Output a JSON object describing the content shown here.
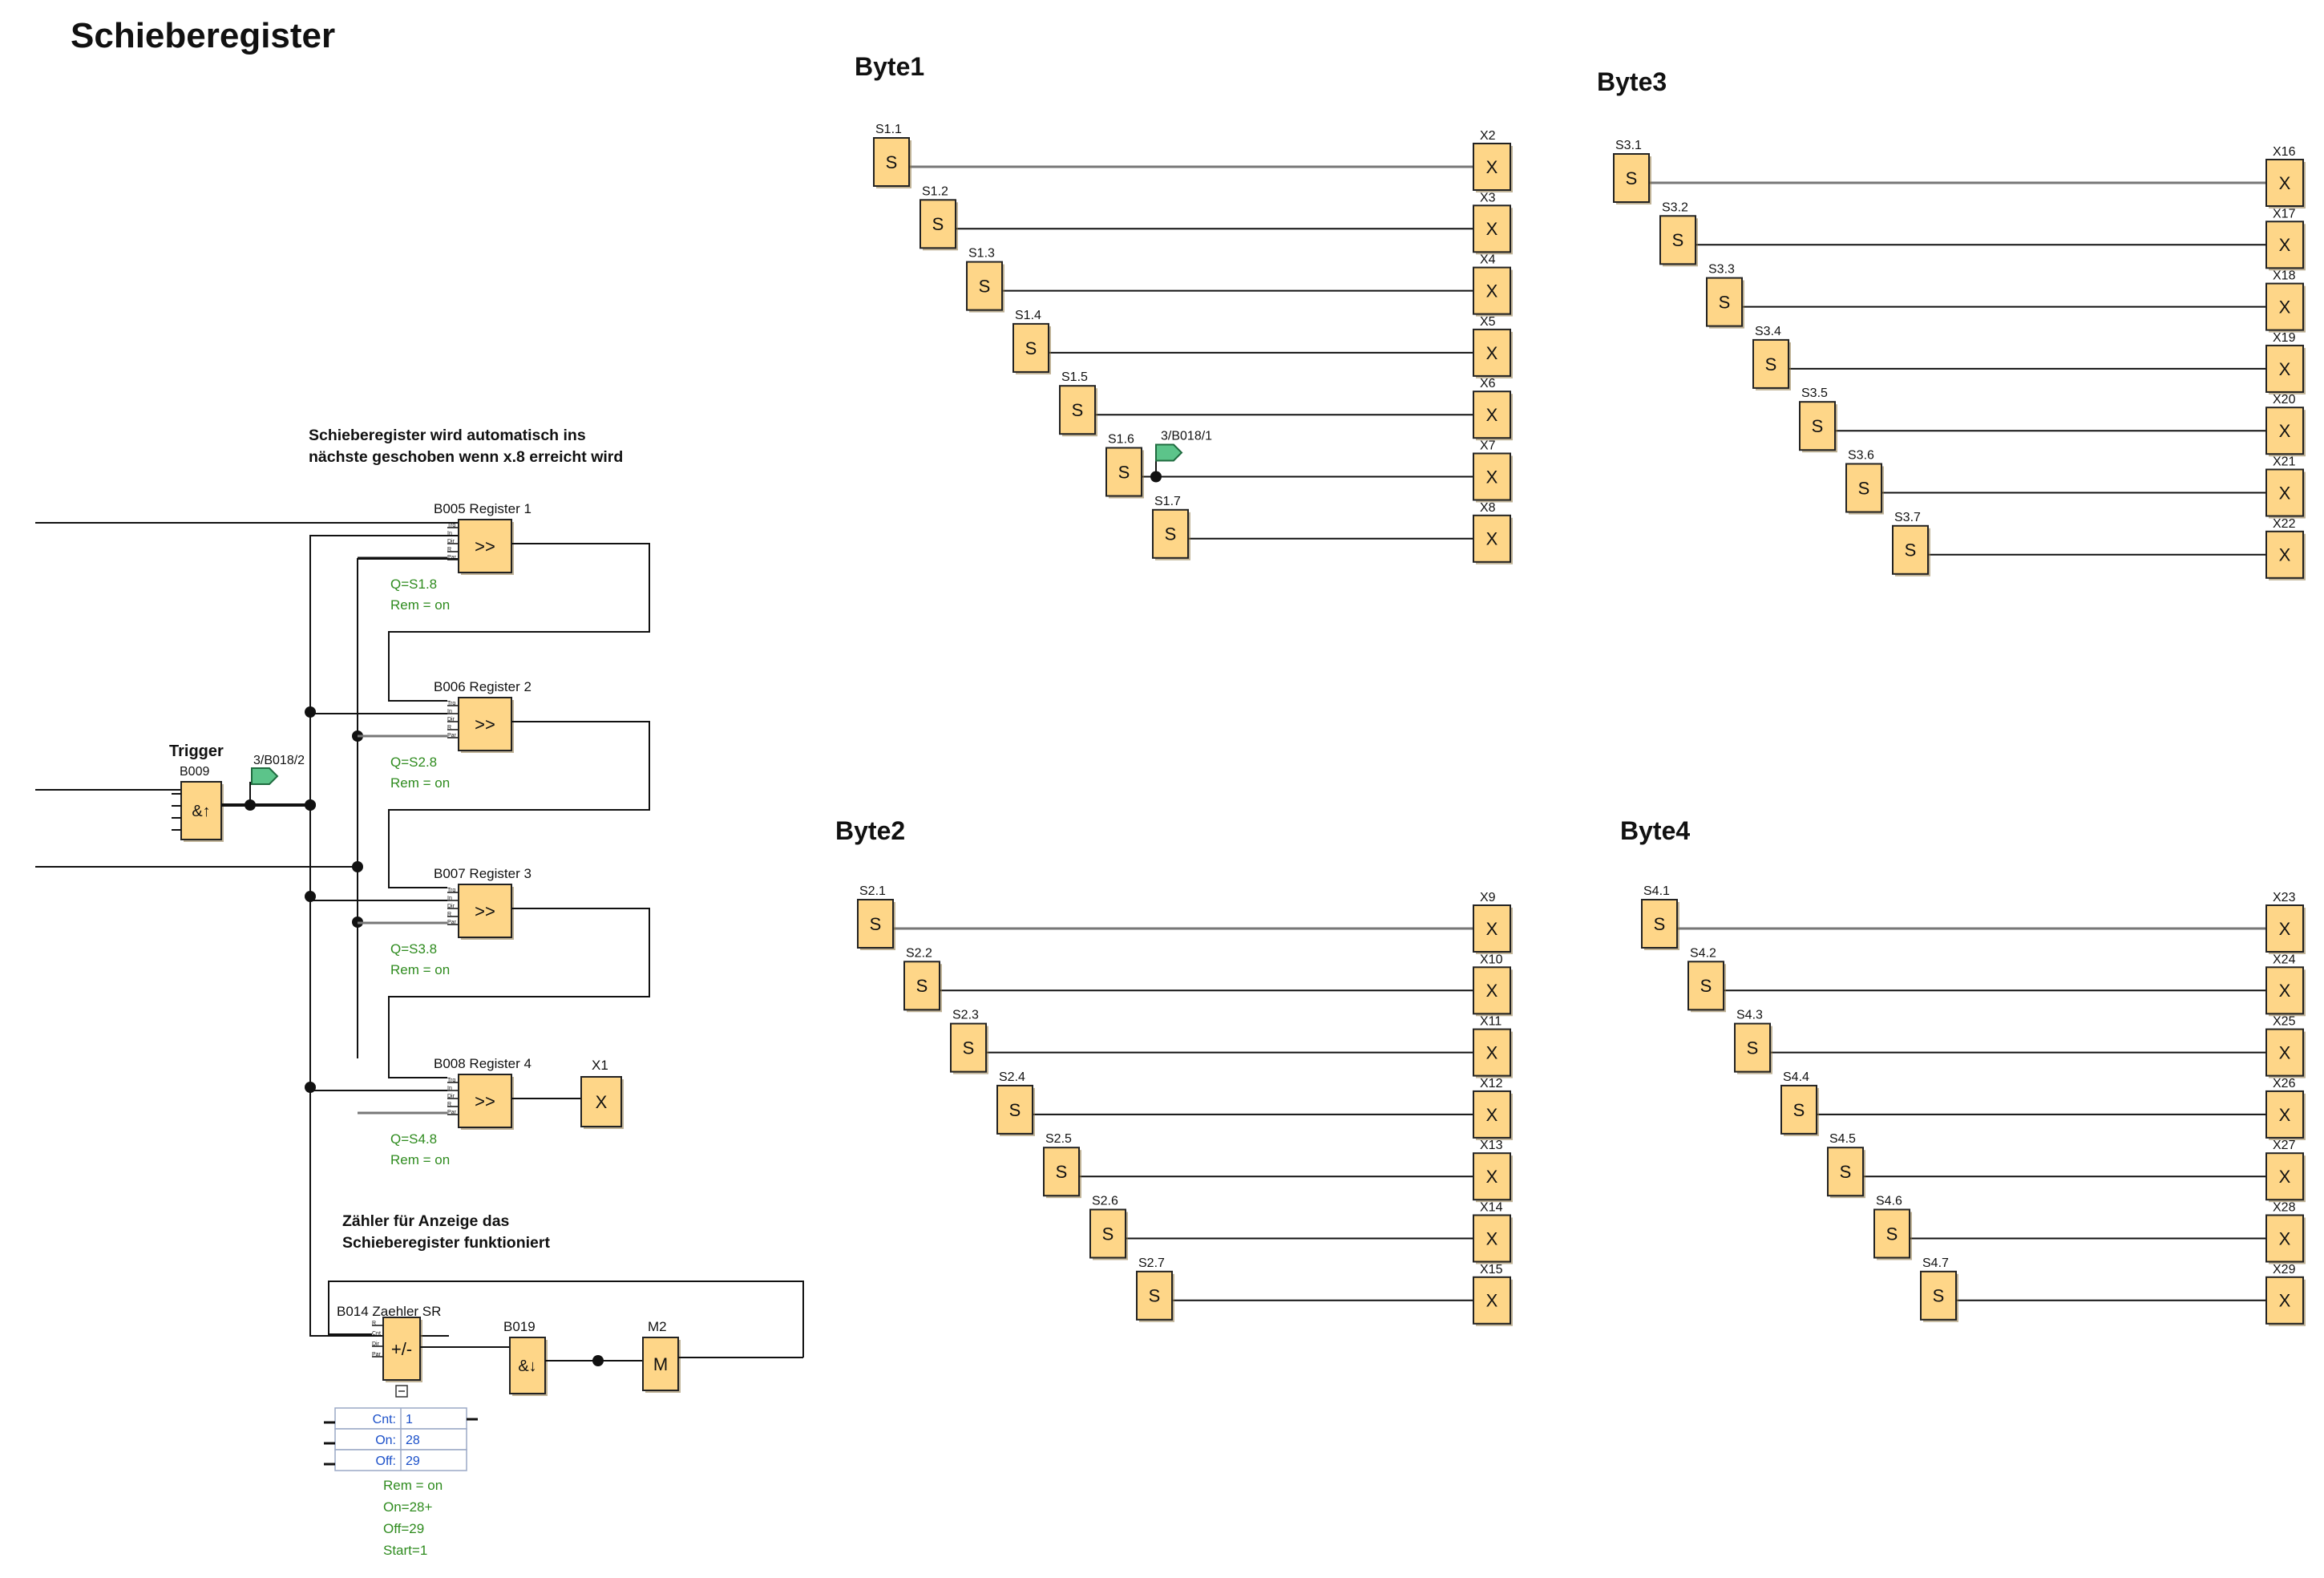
{
  "title": "Schieberegister",
  "groups": [
    {
      "title": "Byte1",
      "rows": [
        {
          "s": "S1.1",
          "x": "X2"
        },
        {
          "s": "S1.2",
          "x": "X3"
        },
        {
          "s": "S1.3",
          "x": "X4"
        },
        {
          "s": "S1.4",
          "x": "X5"
        },
        {
          "s": "S1.5",
          "x": "X6"
        },
        {
          "s": "S1.6",
          "x": "X7",
          "connector": "3/B018/1"
        },
        {
          "s": "S1.7",
          "x": "X8"
        }
      ]
    },
    {
      "title": "Byte3",
      "rows": [
        {
          "s": "S3.1",
          "x": "X16"
        },
        {
          "s": "S3.2",
          "x": "X17"
        },
        {
          "s": "S3.3",
          "x": "X18"
        },
        {
          "s": "S3.4",
          "x": "X19"
        },
        {
          "s": "S3.5",
          "x": "X20"
        },
        {
          "s": "S3.6",
          "x": "X21"
        },
        {
          "s": "S3.7",
          "x": "X22"
        }
      ]
    },
    {
      "title": "Byte2",
      "rows": [
        {
          "s": "S2.1",
          "x": "X9"
        },
        {
          "s": "S2.2",
          "x": "X10"
        },
        {
          "s": "S2.3",
          "x": "X11"
        },
        {
          "s": "S2.4",
          "x": "X12"
        },
        {
          "s": "S2.5",
          "x": "X13"
        },
        {
          "s": "S2.6",
          "x": "X14"
        },
        {
          "s": "S2.7",
          "x": "X15"
        }
      ]
    },
    {
      "title": "Byte4",
      "rows": [
        {
          "s": "S4.1",
          "x": "X23"
        },
        {
          "s": "S4.2",
          "x": "X24"
        },
        {
          "s": "S4.3",
          "x": "X25"
        },
        {
          "s": "S4.4",
          "x": "X26"
        },
        {
          "s": "S4.5",
          "x": "X27"
        },
        {
          "s": "S4.6",
          "x": "X28"
        },
        {
          "s": "S4.7",
          "x": "X29"
        }
      ]
    }
  ],
  "block_symbols": {
    "set": "S",
    "output": "X",
    "shift": ">>",
    "and_edge_up": "&↑",
    "and_edge_down": "&↓",
    "counter": "+/-",
    "flag": "M"
  },
  "notes": {
    "shift_auto": [
      "Schieberegister wird automatisch ins",
      "nächste geschoben wenn x.8 erreicht wird"
    ],
    "counter": [
      "Zähler für Anzeige das",
      "Schieberegister funktioniert"
    ]
  },
  "trigger": {
    "label": "Trigger",
    "block": "B009",
    "connector": "3/B018/2"
  },
  "registers": [
    {
      "block": "B005",
      "name": "Register 1",
      "q": "Q=S1.8",
      "rem": "Rem = on"
    },
    {
      "block": "B006",
      "name": "Register 2",
      "q": "Q=S2.8",
      "rem": "Rem = on"
    },
    {
      "block": "B007",
      "name": "Register 3",
      "q": "Q=S3.8",
      "rem": "Rem = on"
    },
    {
      "block": "B008",
      "name": "Register 4",
      "q": "Q=S4.8",
      "rem": "Rem = on"
    }
  ],
  "register_output": "X1",
  "counter": {
    "block": "B014",
    "name": "Zaehler SR",
    "params": [
      {
        "key": "Cnt:",
        "value": "1"
      },
      {
        "key": "On:",
        "value": "28"
      },
      {
        "key": "Off:",
        "value": "29"
      }
    ],
    "settings": [
      "Rem = on",
      "On=28+",
      "Off=29",
      "Start=1"
    ]
  },
  "and_block": "B019",
  "flag": "M2",
  "pin_labels": {
    "shift": [
      "Trg",
      "In",
      "Dir",
      "R",
      "Par"
    ],
    "counter": [
      "R",
      "Cnt",
      "Dir",
      "Par"
    ]
  },
  "colors": {
    "block_fill": "#fed688",
    "block_stroke": "#222222",
    "annotation": "#2e8b1e",
    "param_text": "#1a4fc9",
    "connector": "#5cc48a"
  }
}
